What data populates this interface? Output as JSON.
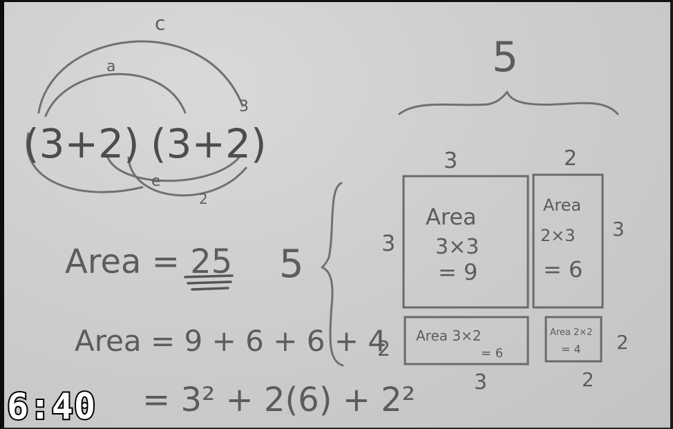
{
  "timestamp": "6:40",
  "arc_labels": {
    "top_outer": "c",
    "top_inner": "a",
    "right_small": "3",
    "bottom_inner": "e",
    "bottom_outer": "2"
  },
  "expression": {
    "left": "(3+2)",
    "right": "(3+2)"
  },
  "equations": {
    "area_total": "Area = 25",
    "side_five": "5",
    "area_sum": "Area = 9 + 6 + 6 + 4",
    "expanded": "= 3² + 2(6) + 2²"
  },
  "diagram": {
    "brace_label": "5",
    "top_left_width": "3",
    "top_right_width": "2",
    "left_height_top": "3",
    "left_height_bottom": "2",
    "right_height_top": "3",
    "right_height_bottom": "2",
    "bottom_left_width": "3",
    "bottom_right_width": "2",
    "cell_tl": {
      "label": "Area",
      "formula": "3×3",
      "result": "= 9"
    },
    "cell_tr": {
      "label": "Area",
      "formula": "2×3",
      "result": "= 6"
    },
    "cell_bl": {
      "label": "Area 3×2",
      "result": "= 6"
    },
    "cell_br": {
      "label": "Area 2×2",
      "result": "= 4"
    }
  }
}
